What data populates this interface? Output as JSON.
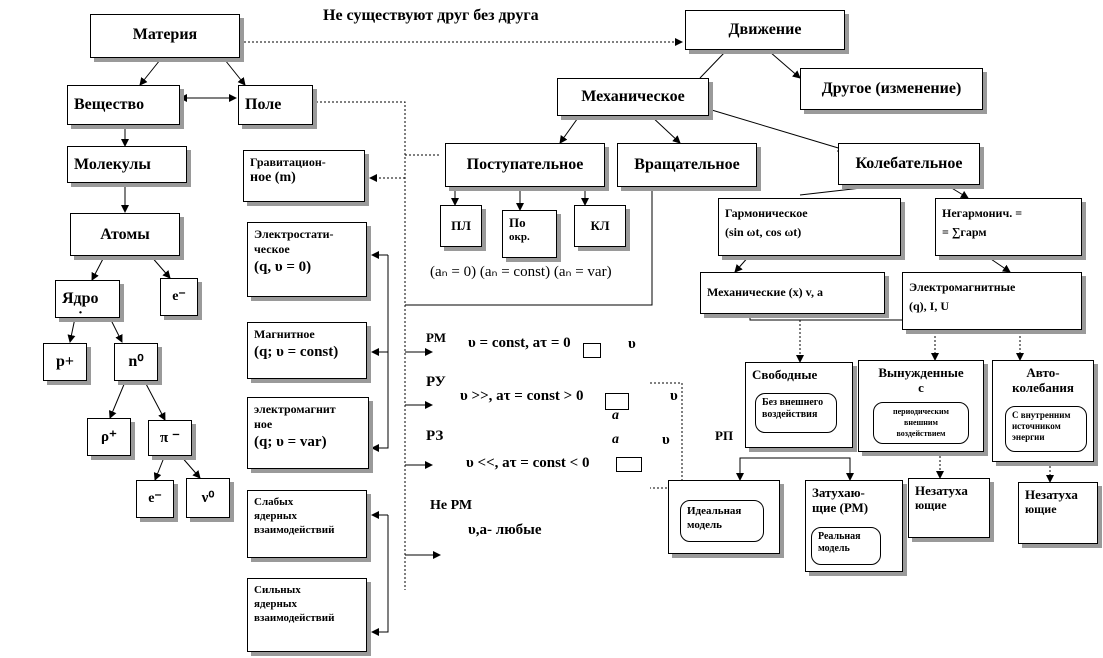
{
  "top_label": "Не существуют друг без друга",
  "matter": {
    "title": "Материя",
    "substance": "Вещество",
    "field": "Поле",
    "molecules": "Молекулы",
    "atoms": "Атомы",
    "nucleus": "Ядро",
    "nucleus_dot": "·",
    "electron": "e⁻",
    "proton": "p+",
    "neutron": "n⁰",
    "rho": "ρ⁺",
    "pi": "π ⁻",
    "electron2": "e⁻",
    "neutrino": "ν⁰"
  },
  "fields": {
    "grav_1": "Гравитацион-",
    "grav_2": "ное (m)",
    "estat_1": "Электростати-",
    "estat_2": "ческое",
    "estat_3": "(q, υ = 0)",
    "mag_1": "Магнитное",
    "mag_2": "(q; υ = const)",
    "em_1": "электромагнит",
    "em_2": "ное",
    "em_3": "(q; υ = var)",
    "weak_1": "Слабых",
    "weak_2": "ядерных",
    "weak_3": "взаимодействий",
    "strong_1": "Сильных",
    "strong_2": "ядерных",
    "strong_3": "взаимодействий"
  },
  "motion": {
    "title": "Движение",
    "other": "Другое (изменение)",
    "mechanical": "Механическое",
    "translational": "Поступательное",
    "rotational": "Вращательное",
    "oscillatory": "Колебательное",
    "pl": "ПЛ",
    "po_1": "По",
    "po_2": "окр.",
    "kl": "КЛ",
    "accel_line": "(aₙ = 0) (aₙ = const) (aₙ = var)"
  },
  "motion_types": {
    "rm": "РМ",
    "rm_formula": "υ = const, aτ = 0",
    "rm_v": "υ",
    "ru": "РУ",
    "ru_formula": "υ >>, aτ = const > 0",
    "ru_v": "υ",
    "rz": "РЗ",
    "rz_a": "a",
    "rz_a2": "a",
    "rz_v": "υ",
    "rz_formula": "υ <<, aτ = const < 0",
    "nerm": "Не РМ",
    "nerm_formula": "υ,a- любые",
    "rp": "РП"
  },
  "oscillations": {
    "harmonic_1": "Гармоническое",
    "harmonic_2": "(sin ωt, cos ωt)",
    "nonharm_1": "Негармонич. =",
    "nonharm_2": "= ∑гарм",
    "mech": "Механические (x) v, a",
    "em_1": "Электромагнитные",
    "em_2": "(q), I, U",
    "free": "Свободные",
    "free_sub_1": "Без внешнего",
    "free_sub_2": "воздействия",
    "forced": "Вынужденные",
    "forced_c": "с",
    "forced_sub_1": "периодическим",
    "forced_sub_2": "внешним",
    "forced_sub_3": "воздействием",
    "auto_1": "Авто-",
    "auto_2": "колебания",
    "auto_sub_1": "С внутренним",
    "auto_sub_2": "источником",
    "auto_sub_3": "энергии",
    "ideal_1": "Идеальная",
    "ideal_2": "модель",
    "damped_1": "Затухаю-",
    "damped_2": "щие (РМ)",
    "real_1": "Реальная",
    "real_2": "модель",
    "undamped_1": "Незатуха",
    "undamped_2": "ющие",
    "undamped2_1": "Незатуха",
    "undamped2_2": "ющие"
  }
}
